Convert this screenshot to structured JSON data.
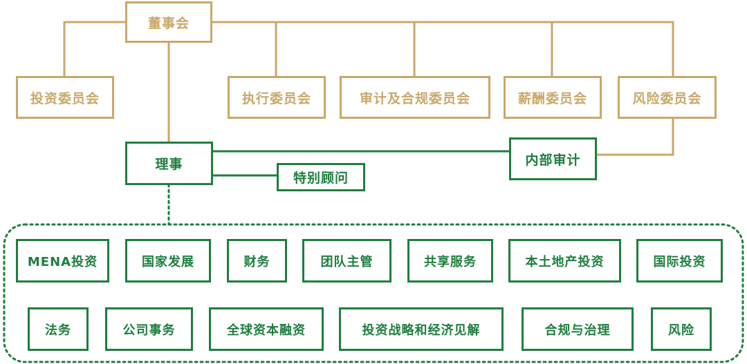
{
  "colors": {
    "board": "#c9a86a",
    "management": "#1e7e3e"
  },
  "board": {
    "title": "董事会"
  },
  "committees": [
    {
      "label": "投资委员会"
    },
    {
      "label": "执行委员会"
    },
    {
      "label": "审计及合规委员会"
    },
    {
      "label": "薪酬委员会"
    },
    {
      "label": "风险委员会"
    }
  ],
  "management": {
    "director": "理事",
    "internal_audit": "内部审计",
    "special_advisor": "特别顾问"
  },
  "departments": [
    "MENA投资",
    "国家发展",
    "财务",
    "团队主管",
    "共享服务",
    "本土地产投资",
    "国际投资",
    "法务",
    "公司事务",
    "全球资本融资",
    "投资战略和经济见解",
    "合规与治理",
    "风险"
  ]
}
